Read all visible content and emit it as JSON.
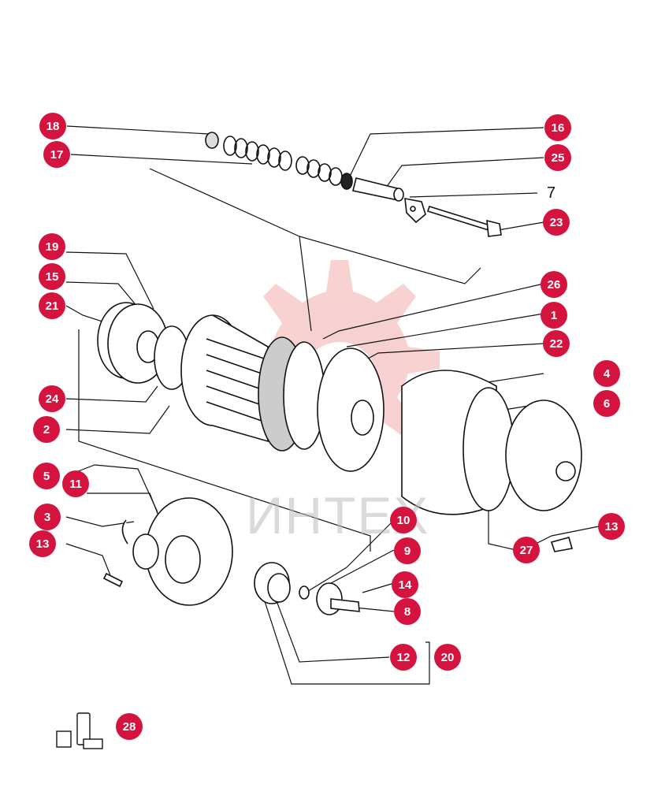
{
  "diagram": {
    "callout_color": "#d4143e",
    "line_color": "#111111",
    "watermark_color": "#ef9a9a",
    "watermark_text": "ИНТЕХ",
    "plain_label": "7",
    "callouts": [
      {
        "label": "18"
      },
      {
        "label": "17"
      },
      {
        "label": "16"
      },
      {
        "label": "25"
      },
      {
        "label": "23"
      },
      {
        "label": "19"
      },
      {
        "label": "15"
      },
      {
        "label": "21"
      },
      {
        "label": "26"
      },
      {
        "label": "1"
      },
      {
        "label": "22"
      },
      {
        "label": "4"
      },
      {
        "label": "6"
      },
      {
        "label": "24"
      },
      {
        "label": "2"
      },
      {
        "label": "5"
      },
      {
        "label": "11"
      },
      {
        "label": "3"
      },
      {
        "label": "13"
      },
      {
        "label": "10"
      },
      {
        "label": "9"
      },
      {
        "label": "14"
      },
      {
        "label": "8"
      },
      {
        "label": "13"
      },
      {
        "label": "27"
      },
      {
        "label": "12"
      },
      {
        "label": "20"
      },
      {
        "label": "28"
      }
    ]
  }
}
